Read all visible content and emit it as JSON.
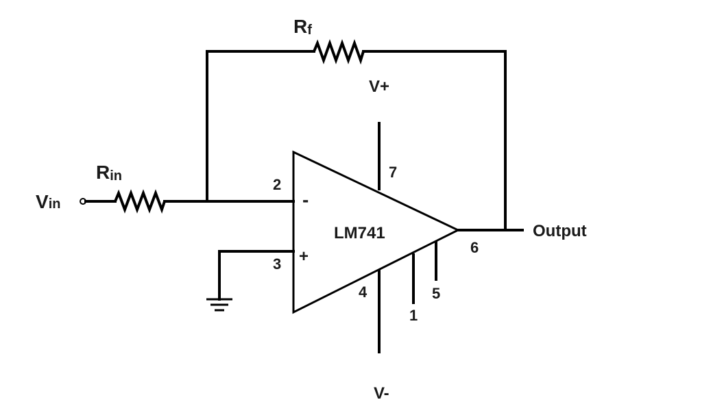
{
  "diagram": {
    "feedback_resistor": {
      "label": "R",
      "subscript": "f"
    },
    "input_resistor": {
      "label": "R",
      "subscript": "in"
    },
    "input": {
      "label": "V",
      "subscript": "in"
    },
    "output": {
      "label": "Output"
    },
    "supply_positive": {
      "label": "V+"
    },
    "supply_negative": {
      "label": "V-"
    },
    "opamp": {
      "label": "LM741",
      "inverting_sign": "-",
      "noninverting_sign": "+",
      "pins": {
        "inverting": "2",
        "noninverting": "3",
        "vplus": "7",
        "vminus": "4",
        "output": "6",
        "offset_null_1": "1",
        "offset_null_5": "5"
      }
    }
  }
}
